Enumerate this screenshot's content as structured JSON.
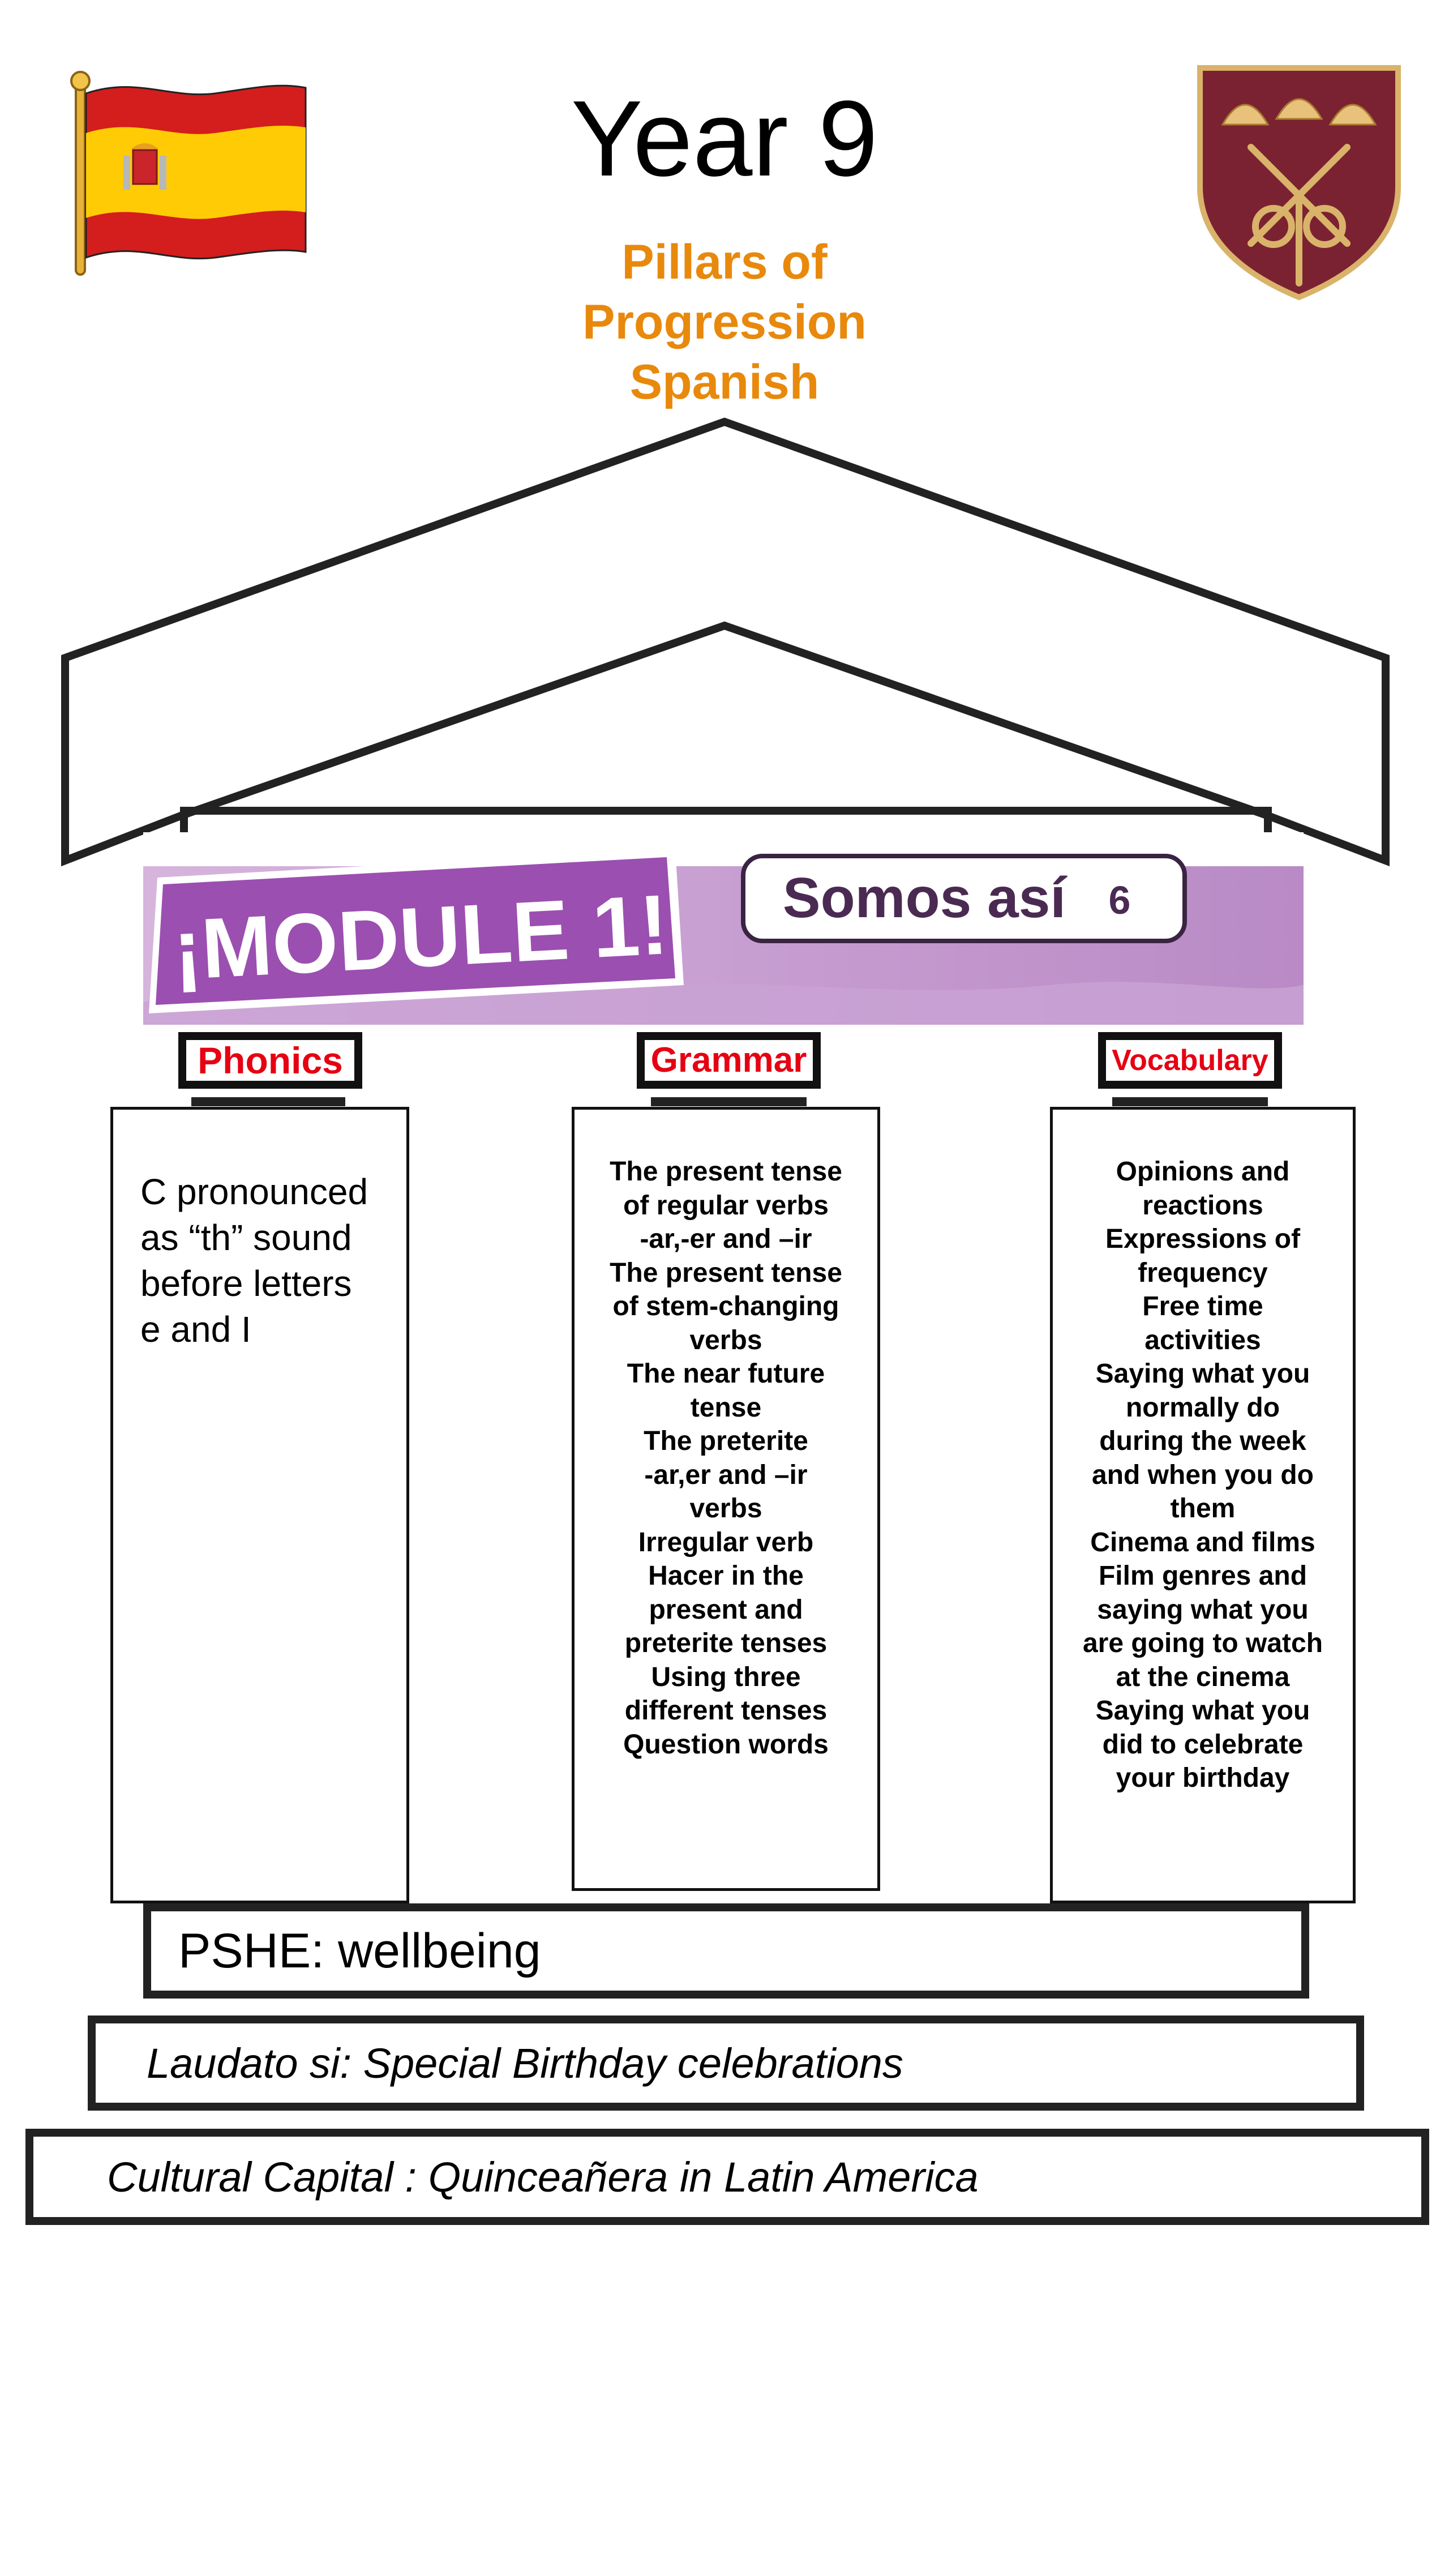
{
  "header": {
    "title": "Year 9",
    "subtitle_lines": [
      "Pillars of",
      "Progression",
      "Spanish"
    ]
  },
  "banner": {
    "module_label": "¡MODULE 1!",
    "unit_title": "Somos así",
    "unit_number": "6"
  },
  "pillars": {
    "phonics": {
      "label": "Phonics",
      "text_lines": [
        "C pronounced",
        "as “th” sound",
        "before letters",
        "e and I"
      ]
    },
    "grammar": {
      "label": "Grammar",
      "lines": [
        "The present tense",
        "of regular verbs",
        "-ar,-er and –ir",
        "The present tense",
        "of stem-changing",
        "verbs",
        "The near future",
        "tense",
        "The preterite",
        "-ar,er and –ir",
        "verbs",
        "Irregular verb",
        "Hacer in the",
        "present and",
        "preterite tenses",
        "Using three",
        "different tenses",
        "Question words"
      ]
    },
    "vocabulary": {
      "label": "Vocabulary",
      "lines": [
        "Opinions and",
        "reactions",
        "Expressions of",
        "frequency",
        "Free time",
        "activities",
        "Saying what you",
        "normally do",
        "during the week",
        "and when you do",
        "them",
        "Cinema and films",
        "Film genres and",
        "saying what you",
        "are going to watch",
        "at the cinema",
        "Saying what you",
        "did to celebrate",
        "your birthday"
      ]
    }
  },
  "foundation": {
    "pshe": "PSHE: wellbeing",
    "laudato": "Laudato si: Special Birthday celebrations",
    "cultural": "Cultural Capital : Quinceañera in Latin America"
  },
  "colors": {
    "title_orange": "#e8890c",
    "tab_red": "#e60012",
    "module_purple": "#9b4fb0",
    "flag_red": "#d41d1d",
    "flag_yellow": "#ffcb05",
    "crest_maroon": "#7b2232",
    "crest_gold": "#d9b36a"
  },
  "icons": {
    "flag": "spain-flag-icon",
    "crest": "school-crest-icon"
  }
}
